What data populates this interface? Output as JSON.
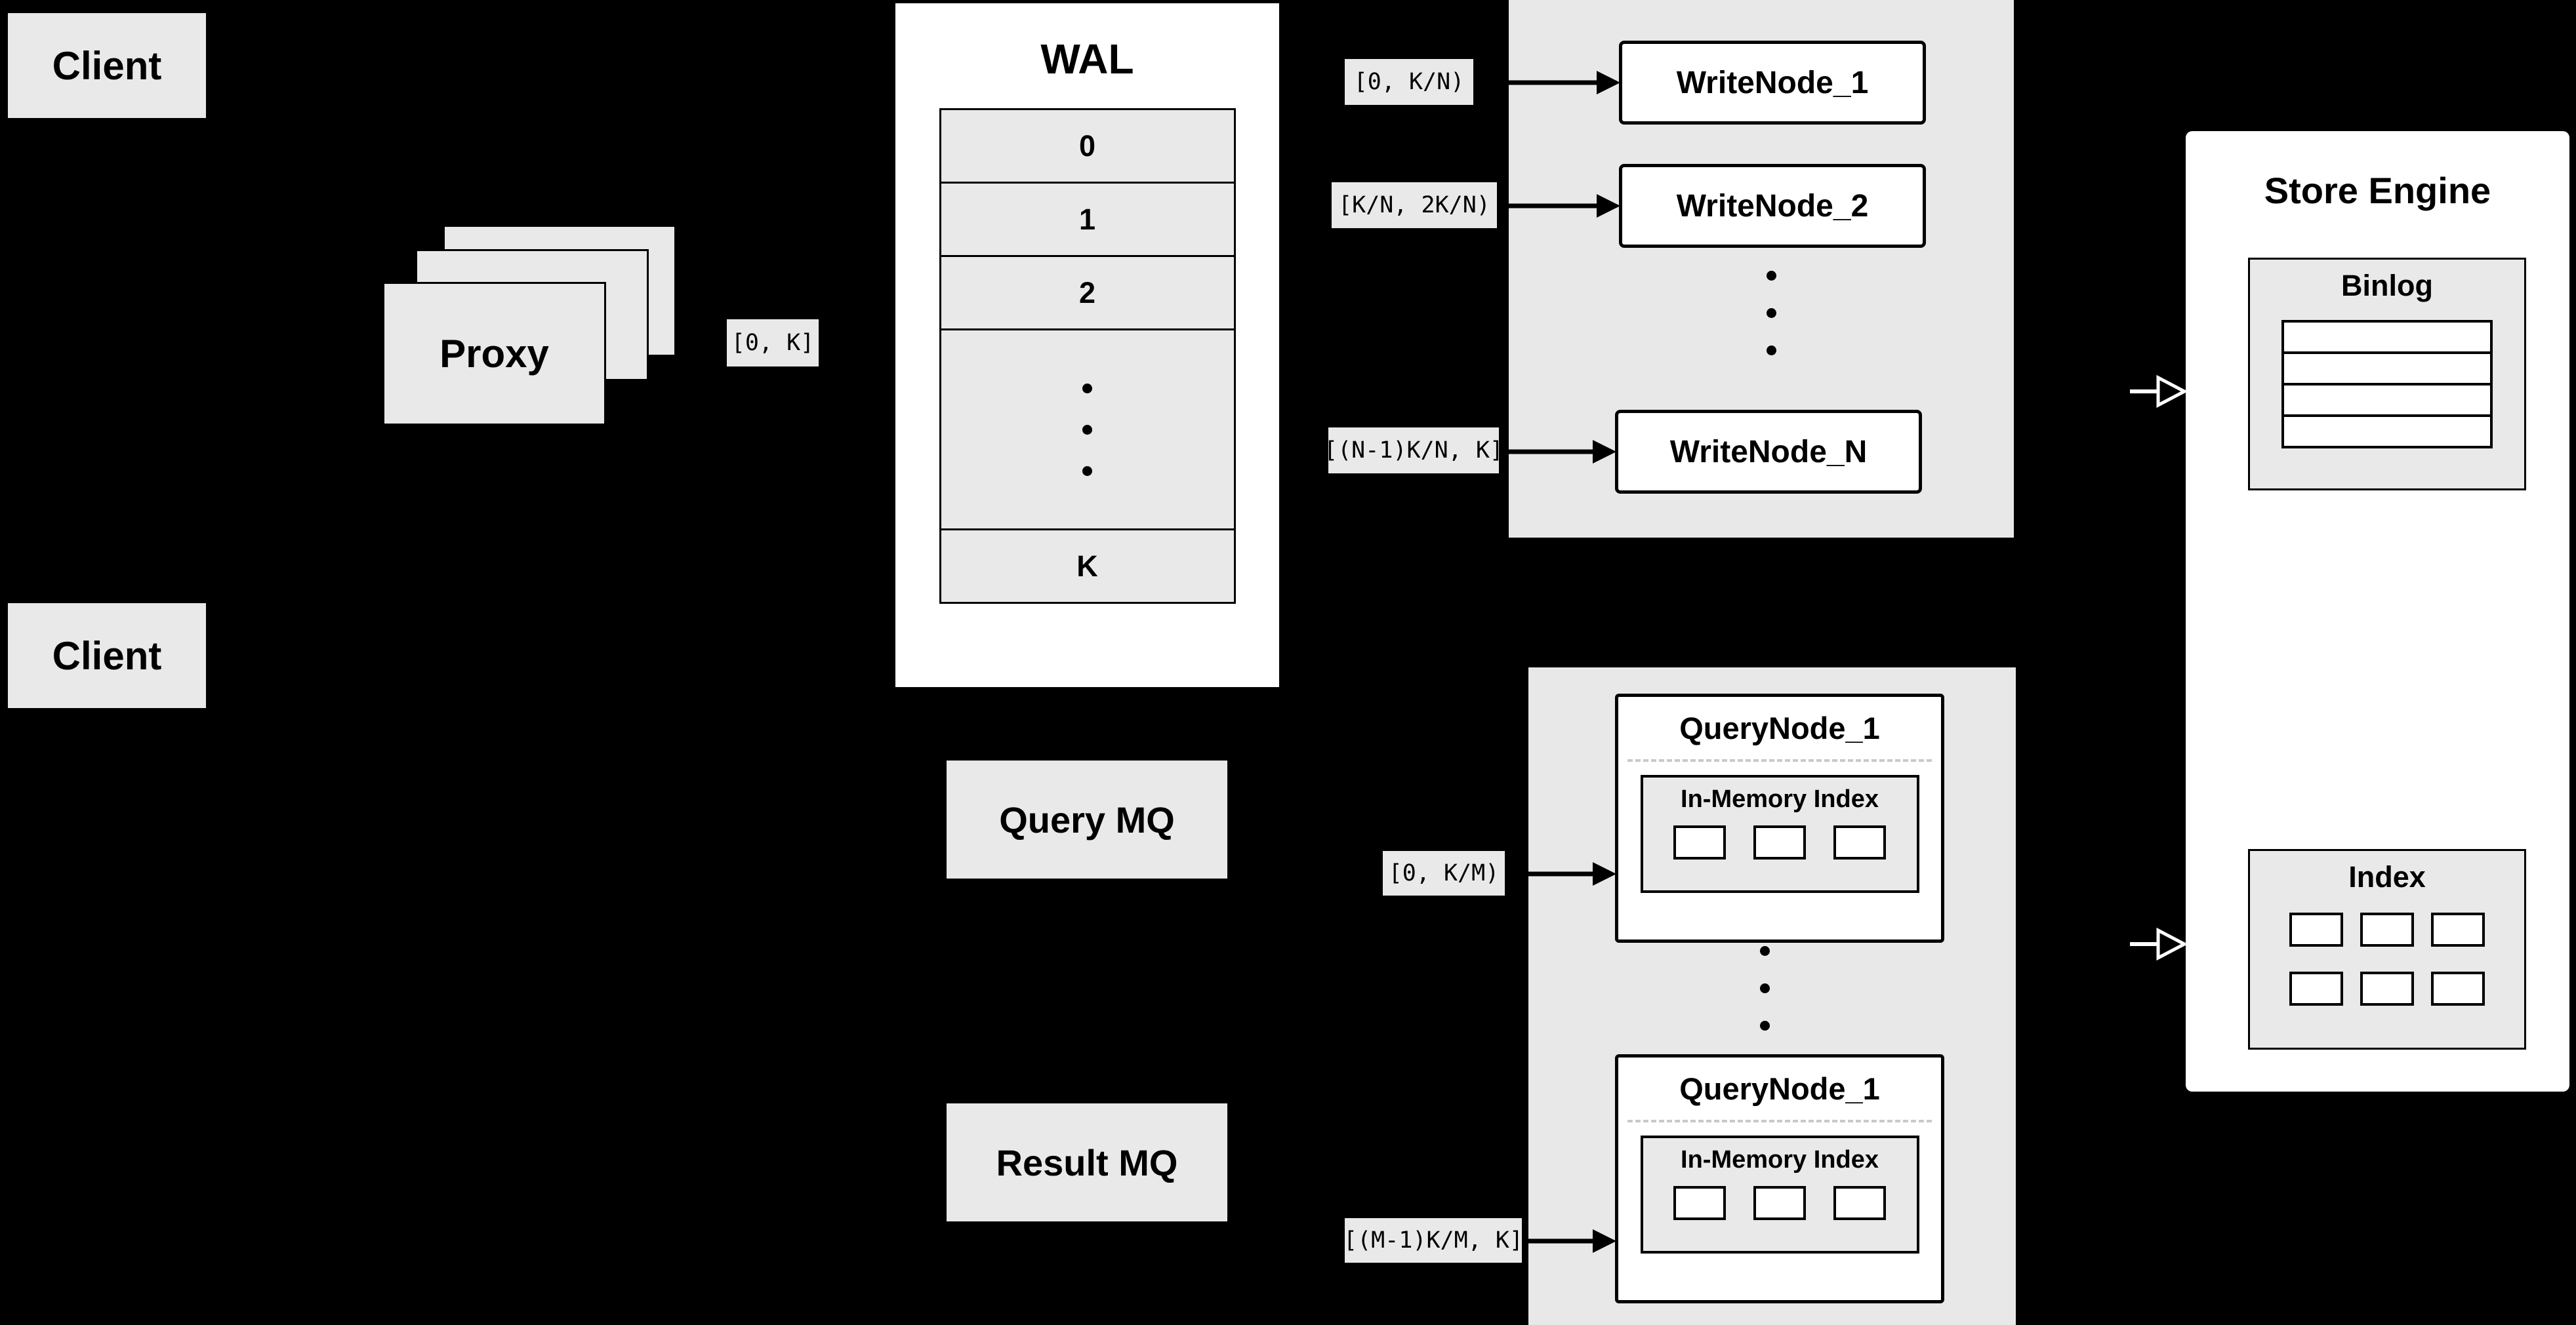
{
  "clients": {
    "top": "Client",
    "bottom": "Client"
  },
  "proxy": {
    "label": "Proxy",
    "range": "[0, K]"
  },
  "wal": {
    "title": "WAL",
    "segments": [
      "0",
      "1",
      "2",
      "K"
    ]
  },
  "write_nodes": {
    "nodes": [
      {
        "range": "[0, K/N)",
        "label": "WriteNode_1"
      },
      {
        "range": "[K/N, 2K/N)",
        "label": "WriteNode_2"
      },
      {
        "range": "[(N-1)K/N, K]",
        "label": "WriteNode_N"
      }
    ]
  },
  "store_engine": {
    "title": "Store Engine",
    "binlog": "Binlog",
    "index": "Index"
  },
  "mq": {
    "query": "Query MQ",
    "result": "Result MQ"
  },
  "query_nodes": {
    "nodes": [
      {
        "range": "[0, K/M)",
        "title": "QueryNode_1",
        "index_label": "In-Memory Index"
      },
      {
        "range": "[(M-1)K/M, K]",
        "title": "QueryNode_1",
        "index_label": "In-Memory Index"
      }
    ]
  },
  "colors": {
    "background": "#000000",
    "panel": "#e8e8e8",
    "box_fill": "#e9e9e9",
    "node_fill": "#ffffff",
    "line": "#000000"
  }
}
